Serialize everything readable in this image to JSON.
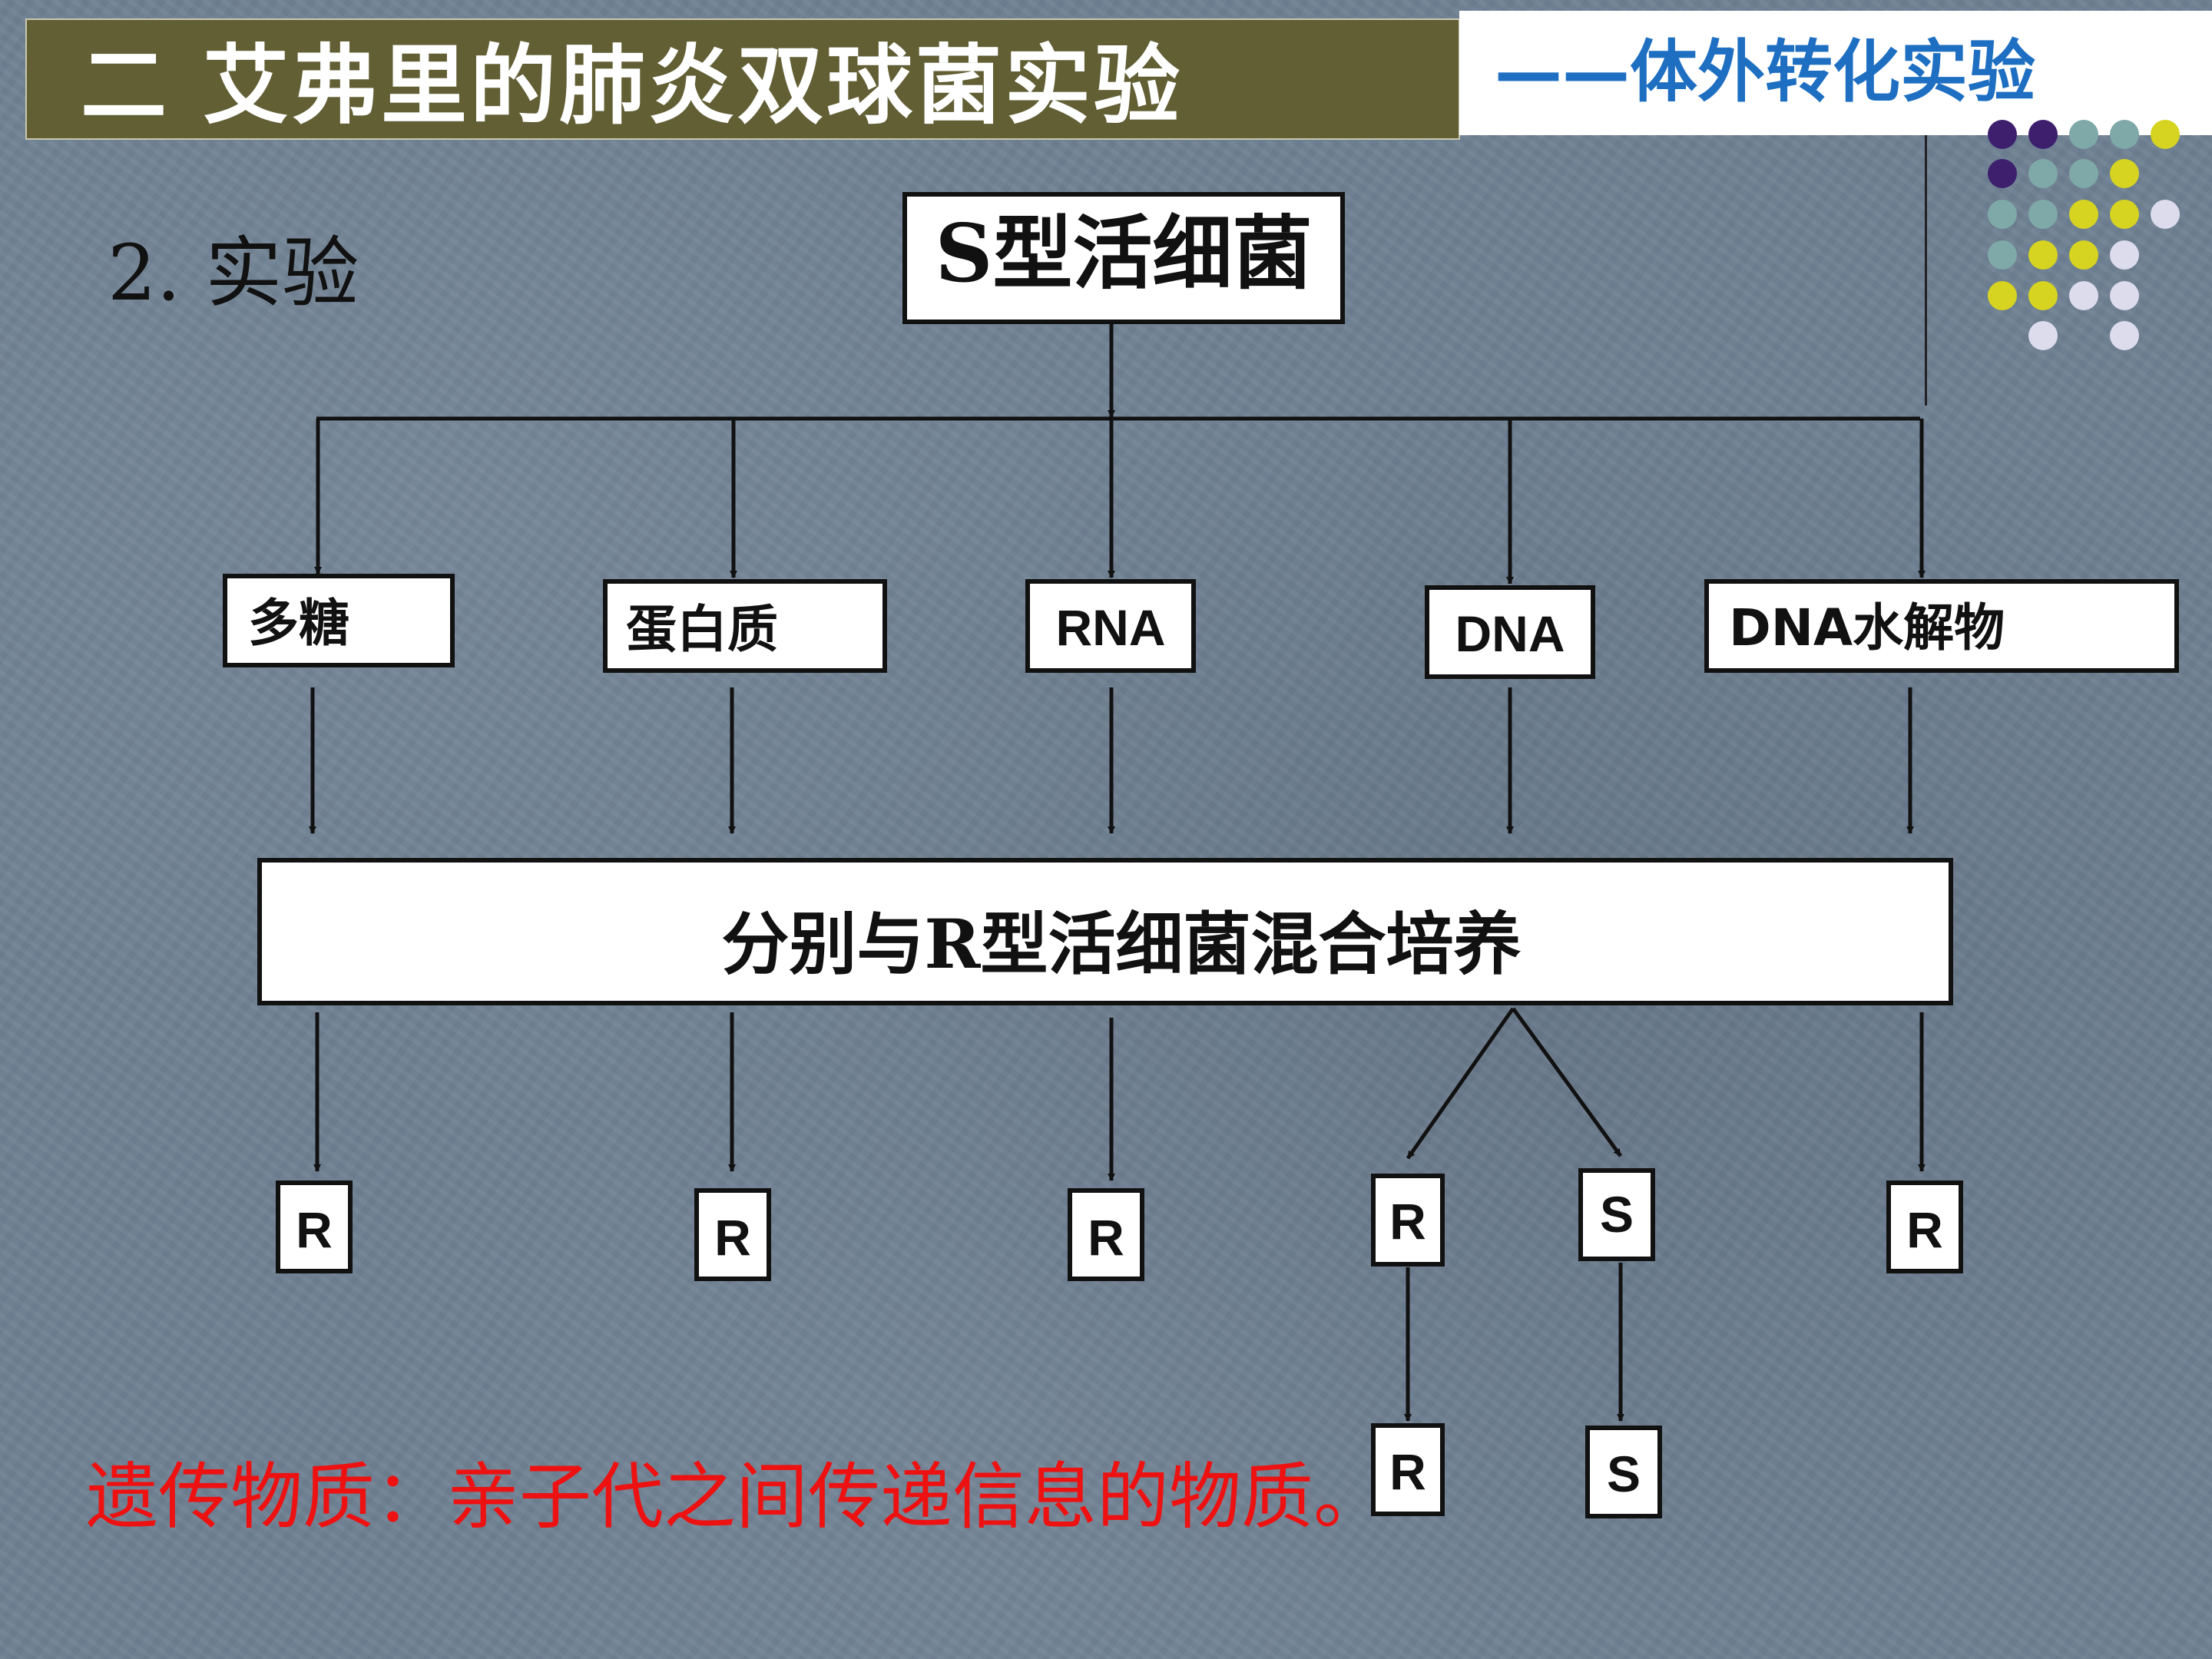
{
  "slide": {
    "title": "二  艾弗里的肺炎双球菌实验",
    "subtitle": "——体外转化实验",
    "section_heading": "2.  实验",
    "note": "遗传物质：亲子代之间传递信息的物质。"
  },
  "diagram": {
    "source_label": "S型活细菌",
    "components": [
      "多糖",
      "蛋白质",
      "RNA",
      "DNA",
      "DNA水解物"
    ],
    "process_label": "分别与R型活细菌混合培养",
    "results": [
      "R",
      "R",
      "R",
      "R",
      "S",
      "R"
    ],
    "offspring": [
      "R",
      "S"
    ]
  },
  "decoration": {
    "dot_colors": {
      "purple": "#3d1f6e",
      "teal": "#7fa9a8",
      "yellow": "#d6d421",
      "lavender": "#dcdcec"
    }
  }
}
